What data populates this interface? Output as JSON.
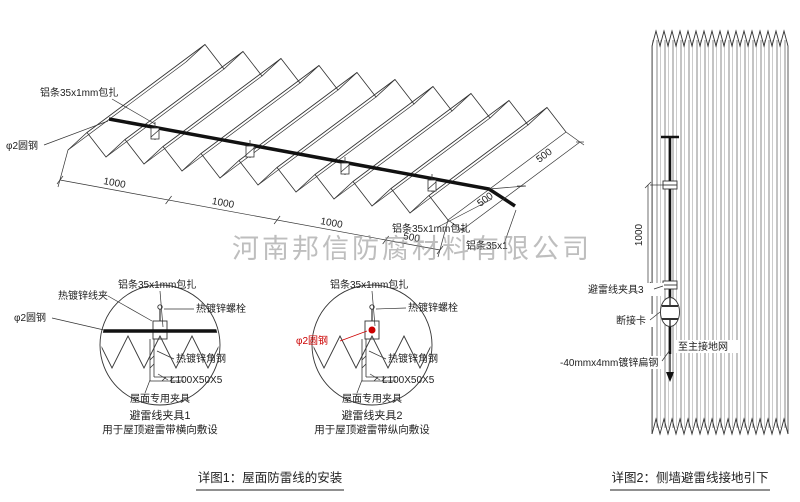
{
  "watermark": {
    "text": "河南邦信防腐材料有限公司",
    "color": "#8a8a8a"
  },
  "colors": {
    "accent_red": "#cc0000",
    "line": "#333333"
  },
  "detail1": {
    "caption": "详图1：屋面防雷线的安装",
    "roof": {
      "label_strip_top": "铝条35x1mm包扎",
      "label_rod": "φ2圆钢",
      "label_strip_right": "铝条35x1mm包扎",
      "label_strip_right_small": "铝条35x1",
      "dims_bottom": [
        "1000",
        "1000",
        "1000",
        "500"
      ],
      "dims_right": [
        "500",
        "500"
      ]
    },
    "clamp1": {
      "title": "避雷线夹具1",
      "subtitle": "用于屋顶避雷带横向敷设",
      "labels": {
        "wire_clip": "热镀锌线夹",
        "strip": "铝条35x1mm包扎",
        "bolt": "热镀锌螺栓",
        "rod": "φ2圆钢",
        "angle": "热镀锌角钢",
        "angle_spec": "L100X50X5",
        "roof_clamp": "屋面专用夹具"
      }
    },
    "clamp2": {
      "title": "避雷线夹具2",
      "subtitle": "用于屋顶避雷带纵向敷设",
      "labels": {
        "strip": "铝条35x1mm包扎",
        "bolt": "热镀锌螺栓",
        "rod": "φ2圆钢",
        "angle": "热镀锌角钢",
        "angle_spec": "L100X50X5",
        "roof_clamp": "屋面专用夹具"
      }
    }
  },
  "detail2": {
    "caption": "详图2：侧墙避雷线接地引下",
    "labels": {
      "clamp3": "避雷线夹具3",
      "disconnect_card": "断接卡",
      "to_ground": "至主接地网",
      "flat_steel": "-40mmx4mm镀锌扁钢",
      "dim_vertical": "1000"
    }
  }
}
